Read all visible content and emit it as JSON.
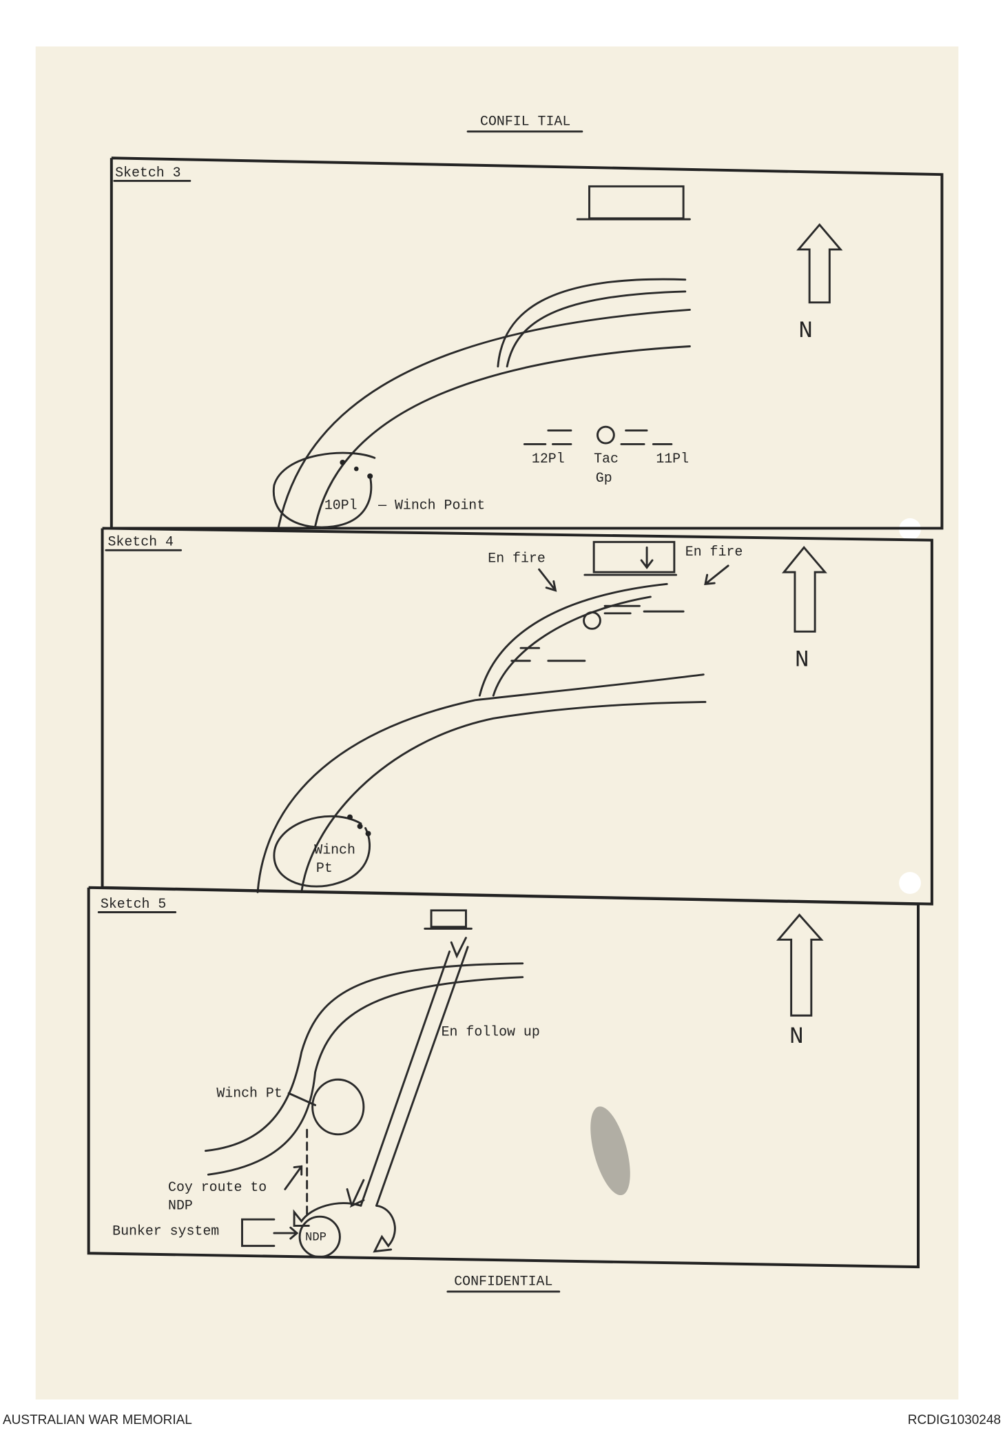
{
  "header": {
    "classification_top": "CONFIL  TIAL",
    "classification_bottom": "CONFIDENTIAL"
  },
  "sketch3": {
    "title": "Sketch 3",
    "label_10pl": "10Pl",
    "label_winch": "— Winch Point",
    "label_12pl": "12Pl",
    "label_tac": "Tac",
    "label_gp": "Gp",
    "label_11pl": "11Pl",
    "north": "N"
  },
  "sketch4": {
    "title": "Sketch 4",
    "en_fire_left": "En fire",
    "en_fire_right": "En fire",
    "winch": "Winch",
    "pt": "Pt",
    "north": "N"
  },
  "sketch5": {
    "title": "Sketch 5",
    "en_follow_up": "En follow up",
    "winch_pt": "Winch Pt",
    "coy_route": "Coy route to",
    "coy_route_2": "NDP",
    "bunker": "Bunker system",
    "ndp": "NDP",
    "north": "N"
  },
  "footer": {
    "left": "AUSTRALIAN WAR MEMORIAL",
    "right": "RCDIG1030248"
  },
  "colors": {
    "paper": "#f5f0e1",
    "ink": "#222222"
  }
}
